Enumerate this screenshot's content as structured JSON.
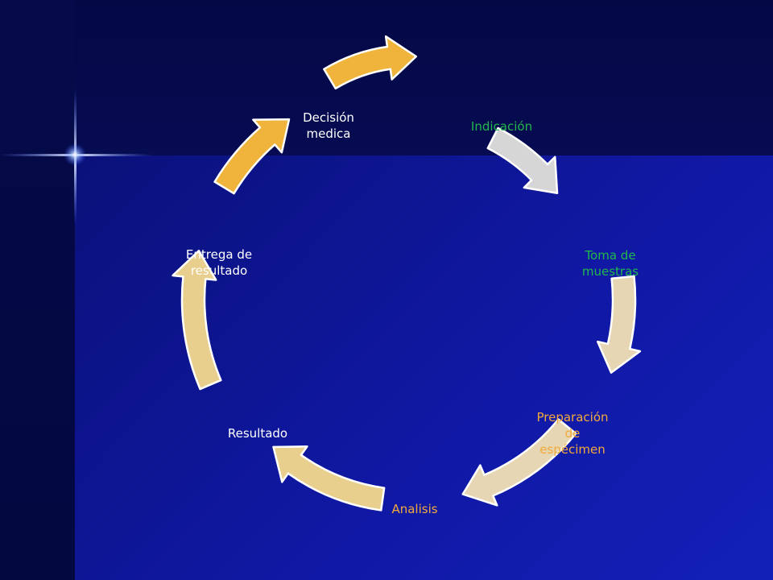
{
  "colors": {
    "arrow_gold": "#f0b43c",
    "arrow_gray": "#d6d6d6",
    "arrow_tan": "#e6d6b4",
    "arrow_beige": "#e8cf8e",
    "label_green": "#20b84a",
    "label_orange": "#f2a93a",
    "label_white": "#ffffff"
  },
  "steps": [
    {
      "label": "Decisión\nmedica",
      "color": "#ffffff"
    },
    {
      "label": "Indicación",
      "color": "#20b84a"
    },
    {
      "label": "Toma de\nmuestras",
      "color": "#20b84a"
    },
    {
      "label": "Preparación\nde\nespécimen",
      "color": "#f2a93a"
    },
    {
      "label": "Analisis",
      "color": "#f2a93a"
    },
    {
      "label": "Resultado",
      "color": "#ffffff"
    },
    {
      "label": "Entrega de\nresultado",
      "color": "#ffffff"
    }
  ],
  "arrows": [
    {
      "name": "arrow-decision-to-indicacion",
      "color": "#f0b43c"
    },
    {
      "name": "arrow-indicacion-to-toma",
      "color": "#d6d6d6"
    },
    {
      "name": "arrow-toma-to-preparacion",
      "color": "#e6d6b4"
    },
    {
      "name": "arrow-preparacion-to-analisis",
      "color": "#e6d6b4"
    },
    {
      "name": "arrow-analisis-to-resultado",
      "color": "#e8cf8e"
    },
    {
      "name": "arrow-resultado-to-entrega",
      "color": "#e8cf8e"
    },
    {
      "name": "arrow-entrega-to-decision",
      "color": "#f0b43c"
    }
  ]
}
